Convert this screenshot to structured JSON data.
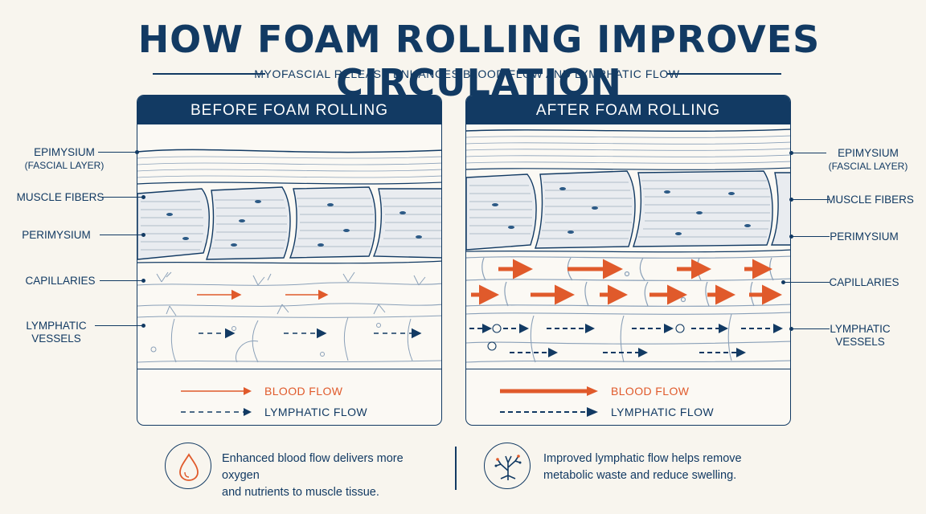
{
  "title": "HOW FOAM ROLLING IMPROVES CIRCULATION",
  "subtitle": "MYOFASCIAL RELEASE ENHANCES BLOOD FLOW AND LYMPHATIC FLOW",
  "colors": {
    "navy": "#123a63",
    "blood": "#e05a2b",
    "background": "#f8f5ee"
  },
  "panels": {
    "before": {
      "heading": "BEFORE FOAM ROLLING"
    },
    "after": {
      "heading": "AFTER FOAM ROLLING"
    }
  },
  "legend": {
    "blood": "BLOOD FLOW",
    "lymph": "LYMPHATIC FLOW"
  },
  "labels": {
    "epimysium": "EPIMYSIUM",
    "epimysium_sub": "(FASCIAL LAYER)",
    "muscle_fibers": "MUSCLE FIBERS",
    "perimysium": "PERIMYSIUM",
    "capillaries": "CAPILLARIES",
    "lymphatic_1": "LYMPHATIC",
    "lymphatic_2": "VESSELS"
  },
  "footer": {
    "left_line1": "Enhanced blood flow delivers more oxygen",
    "left_line2": "and nutrients to muscle tissue.",
    "right_line1": "Improved lymphatic flow helps remove",
    "right_line2": "metabolic waste and reduce swelling."
  },
  "icons": {
    "left": "blood-drop-icon",
    "right": "lymph-branch-icon"
  }
}
